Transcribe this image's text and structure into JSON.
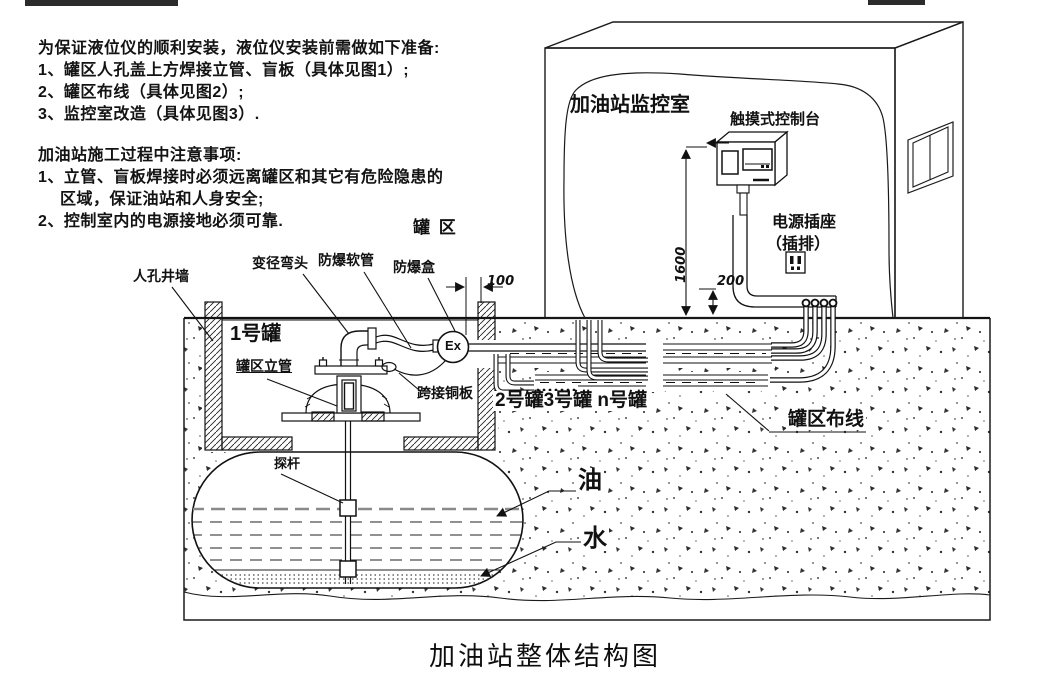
{
  "notes": {
    "prep": [
      "为保证液位仪的顺利安装，液位仪安装前需做如下准备:",
      "1、罐区人孔盖上方焊接立管、盲板（具体见图1）;",
      "2、罐区布线（具体见图2）;",
      "3、监控室改造（具体见图3）."
    ],
    "caution": [
      "加油站施工过程中注意事项:",
      "1、立管、盲板焊接时必须远离罐区和其它有危险隐患的",
      "区域，保证油站和人身安全;",
      "2、控制室内的电源接地必须可靠."
    ]
  },
  "room": {
    "name": "加油站监控室",
    "console": "触摸式控制台",
    "socket_line1": "电源插座",
    "socket_line2": "（插排）",
    "dim_console_height": "1600",
    "dim_conduit_depth": "200"
  },
  "tank_area": {
    "zone": "罐 区",
    "manhole_wall": "人孔井墙",
    "reducer_elbow": "变径弯头",
    "flex_hose": "防爆软管",
    "ex_box": "防爆盒",
    "ex_mark": "Ex",
    "dim_box_offset": "100",
    "tank1": "1号罐",
    "standpipe": "罐区立管",
    "copper_jumper": "跨接铜板",
    "other_tanks": "2号罐3号罐 n号罐",
    "probe_rod": "探杆",
    "oil": "油",
    "water": "水",
    "wiring": "罐区布线"
  },
  "title": "加油站整体结构图"
}
